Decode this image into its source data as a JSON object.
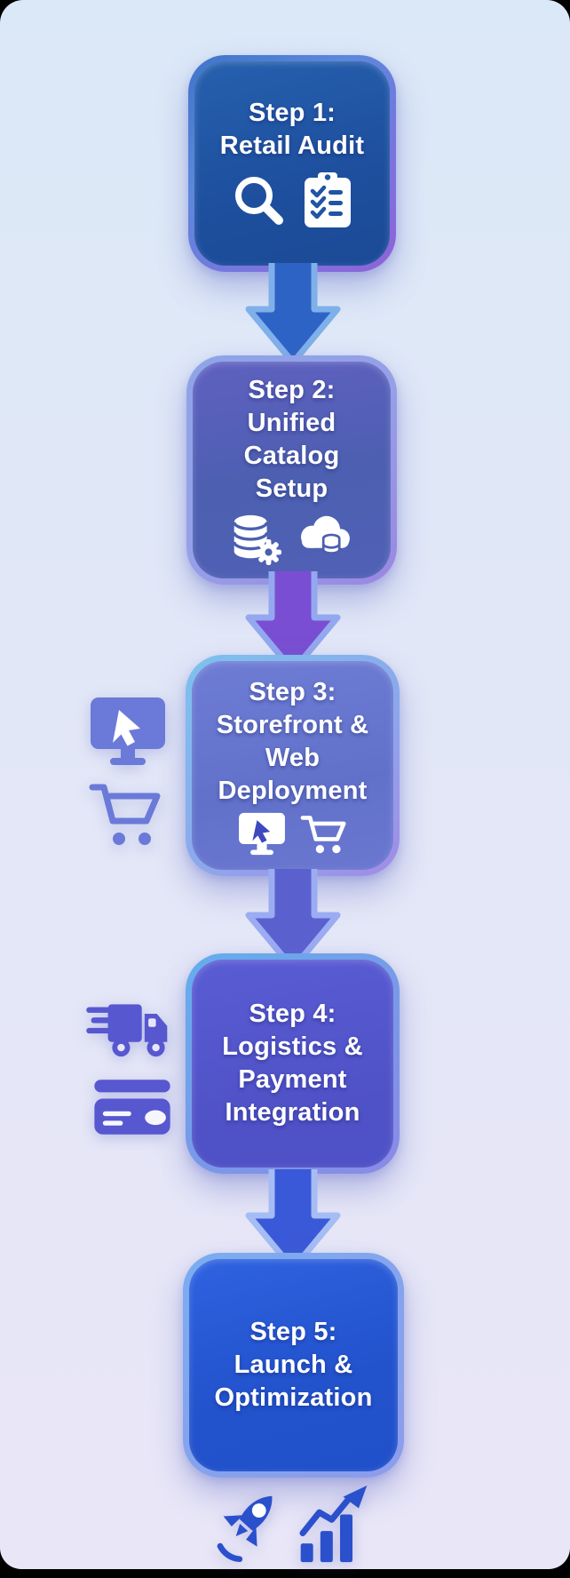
{
  "infographic": {
    "type": "vertical-step-flow",
    "step_count": 5,
    "background_top": "#dbe8f7",
    "background_bottom": "#e9e6f7",
    "frame_color": "#000000",
    "text_color": "#ffffff"
  },
  "steps": [
    {
      "label": "Step 1",
      "text": "Step 1:\nRetail Audit",
      "fill_color": "#1d4f9e",
      "border_color": "#6f7cdc",
      "icons": [
        "search-icon",
        "clipboard-checklist-icon"
      ]
    },
    {
      "label": "Step 2",
      "text": "Step 2:\nUnified\nCatalog\nSetup",
      "fill_color": "#4c5fb0",
      "border_color": "#96a0e8",
      "icons": [
        "database-gear-icon",
        "cloud-database-icon"
      ]
    },
    {
      "label": "Step 3",
      "text": "Step 3:\nStorefront &\nWeb\nDeployment",
      "fill_color": "#6171ca",
      "border_color": "#8ca8ec",
      "icons": [
        "monitor-cursor-icon",
        "shopping-cart-icon"
      ]
    },
    {
      "label": "Step 4",
      "text": "Step 4:\nLogistics &\nPayment\nIntegration",
      "fill_color": "#5356cf",
      "border_color": "#7b97e8",
      "icons": []
    },
    {
      "label": "Step 5",
      "text": "Step 5:\nLaunch &\nOptimization",
      "fill_color": "#2356d6",
      "border_color": "#86a2ec",
      "icons": []
    }
  ],
  "arrows": [
    {
      "from": "Step 1",
      "to": "Step 2",
      "fill": "#2e63c6",
      "outline": "#7fb0ea"
    },
    {
      "from": "Step 2",
      "to": "Step 3",
      "fill": "#7a4ed2",
      "outline": "#93a8ee"
    },
    {
      "from": "Step 3",
      "to": "Step 4",
      "fill": "#5a61cf",
      "outline": "#9bacf2"
    },
    {
      "from": "Step 4",
      "to": "Step 5",
      "fill": "#3a59d8",
      "outline": "#a5bdf4"
    }
  ],
  "decorations": {
    "step3_side_icons": [
      "monitor-cursor-icon",
      "shopping-cart-icon"
    ],
    "step3_side_color": "#6b7ad8",
    "step4_side_icons": [
      "delivery-truck-icon",
      "credit-card-icon"
    ],
    "step4_side_color": "#5757d0",
    "footer_icons": [
      "rocket-icon",
      "growth-bar-chart-icon"
    ],
    "footer_color": "#2b50cc"
  }
}
